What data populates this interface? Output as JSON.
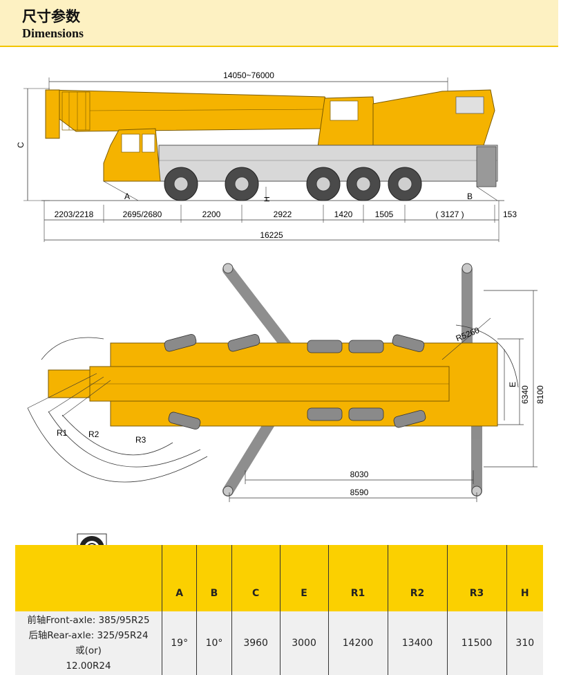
{
  "header": {
    "title_cn": "尺寸参数",
    "title_en": "Dimensions"
  },
  "side_view": {
    "boom_length": "14050~76000",
    "label_c": "C",
    "label_a": "A",
    "label_b": "B",
    "label_h": "H",
    "segments": [
      "2203/2218",
      "2695/2680",
      "2200",
      "2922",
      "1420",
      "1505",
      "( 3127 )",
      "153"
    ],
    "overall_length": "16225"
  },
  "top_view": {
    "r1": "R1",
    "r2": "R2",
    "r3": "R3",
    "tail_radius": "R5260",
    "label_e": "E",
    "width_6340": "6340",
    "width_8100": "8100",
    "outrigger_8030": "8030",
    "outrigger_8590": "8590"
  },
  "table": {
    "headers": [
      "A",
      "B",
      "C",
      "E",
      "R1",
      "R2",
      "R3",
      "H"
    ],
    "tyre_lines": [
      "前轴Front-axle: 385/95R25",
      "后轴Rear-axle: 325/95R24",
      "或(or)",
      "12.00R24"
    ],
    "values": [
      "19°",
      "10°",
      "3960",
      "3000",
      "14200",
      "13400",
      "11500",
      "310"
    ]
  },
  "colors": {
    "crane_yellow": "#f7b800",
    "header_bg": "#fdf1c2",
    "table_header": "#fbd000"
  }
}
